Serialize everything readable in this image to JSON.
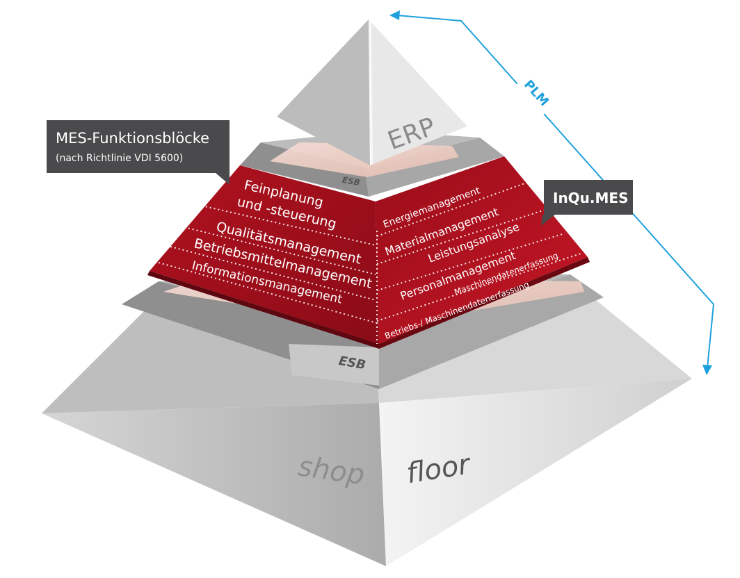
{
  "callouts": {
    "mes_blocks": {
      "title": "MES-Funktionsblöcke",
      "subtitle": "(nach Richtlinie VDI 5600)"
    },
    "product": {
      "title": "InQu.MES"
    }
  },
  "tiers": {
    "erp": "ERP",
    "esb_upper": "ESB",
    "esb_lower": "ESB",
    "shop": "shop",
    "floor": "floor"
  },
  "plm": {
    "label": "PLM"
  },
  "mes_left": {
    "feinplanung_line1": "Feinplanung",
    "feinplanung_line2": "und -steuerung",
    "qualitaet": "Qualitätsmanagement",
    "betriebsmittel": "Betriebsmittelmanagement",
    "information": "Informationsmanagement"
  },
  "mes_right": {
    "energie": "Energiemanagement",
    "material": "Materialmanagement",
    "leistung": "Leistungsanalyse",
    "personal": "Personalmanagement",
    "maschinendaten": "Maschinendatenerfassung",
    "betriebs": "Betriebs-/ Maschinendatenerfassung"
  },
  "colors": {
    "mes_red": "#a30f1f",
    "mes_red_dark": "#7c0914",
    "callout_bg": "#4a4a4c",
    "plm_blue": "#1ea0dc",
    "stone_light": "#e9e9e9",
    "stone_dark": "#9d9d9d"
  }
}
